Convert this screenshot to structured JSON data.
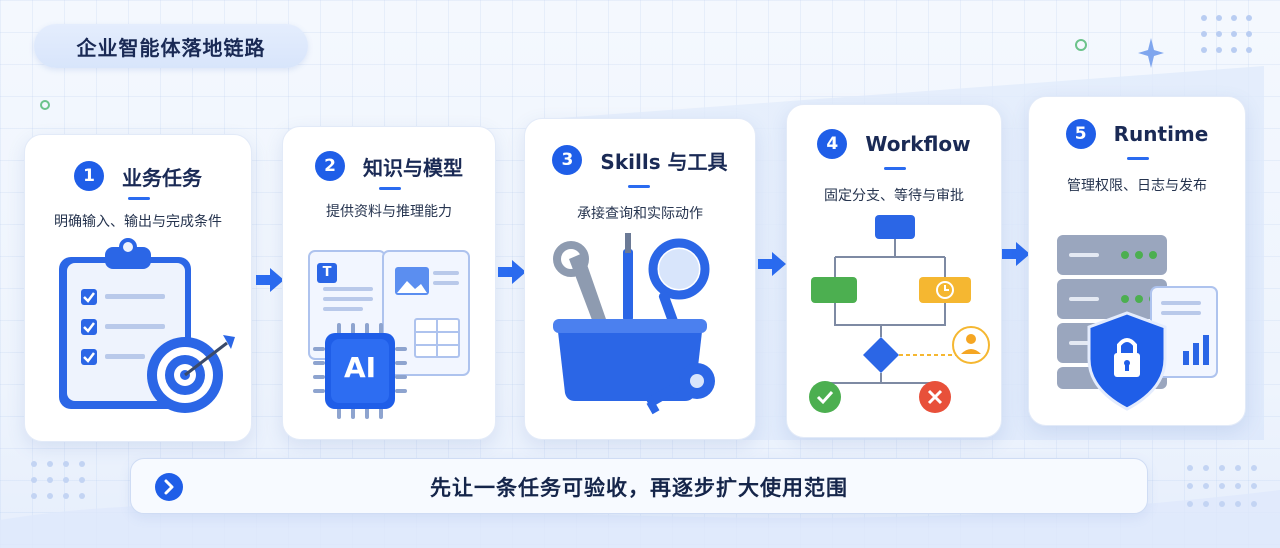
{
  "title": "企业智能体落地链路",
  "steps": [
    {
      "number": "1",
      "title": "业务任务",
      "subtitle": "明确输入、输出与完成条件",
      "icon": "checklist-target-icon"
    },
    {
      "number": "2",
      "title": "知识与模型",
      "subtitle": "提供资料与推理能力",
      "icon": "documents-ai-chip-icon",
      "chip_label": "AI",
      "doc_badge": "T"
    },
    {
      "number": "3",
      "title": "Skills 与工具",
      "subtitle": "承接查询和实际动作",
      "icon": "toolbox-icon"
    },
    {
      "number": "4",
      "title": "Workflow",
      "subtitle": "固定分支、等待与审批",
      "icon": "workflow-flowchart-icon"
    },
    {
      "number": "5",
      "title": "Runtime",
      "subtitle": "管理权限、日志与发布",
      "icon": "server-shield-icon"
    }
  ],
  "footer": {
    "text": "先让一条任务可验收，再逐步扩大使用范围"
  },
  "colors": {
    "accent": "#1f5ee8",
    "green": "#4caf50",
    "yellow": "#f5b731",
    "red": "#e8503a"
  }
}
